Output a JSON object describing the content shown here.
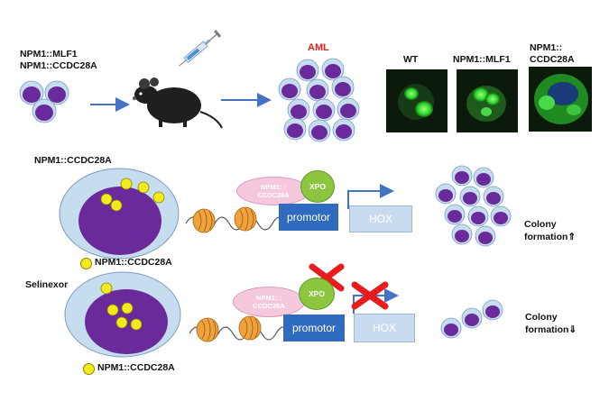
{
  "top": {
    "construct_line1": "NPM1::MLF1",
    "construct_line2": "NPM1::CCDC28A",
    "aml_label": "AML"
  },
  "panels": [
    {
      "label": "WT"
    },
    {
      "label": "NPM1::MLF1"
    },
    {
      "label_line1": "NPM1::",
      "label_line2": "CCDC28A"
    }
  ],
  "row1": {
    "title": "NPM1::CCDC28A",
    "legend": "NPM1::CCDC28A",
    "pink_line1": "NPM1: :",
    "pink_line2": "CCDC28A",
    "xpo": "XPO",
    "promotor": "promotor",
    "hox": "HOX",
    "outcome_line1": "Colony",
    "outcome_line2": "formation⇑"
  },
  "row2": {
    "title": "Selinexor",
    "legend": "NPM1::CCDC28A",
    "pink_line1": "NPM1: :",
    "pink_line2": "CCDC28A",
    "xpo": "XPO",
    "promotor": "promotor",
    "hox": "HOX",
    "outcome_line1": "Colony",
    "outcome_line2": "formation⇓"
  },
  "colors": {
    "cell_outer": "#c6dcef",
    "cell_nucleus": "#6a2a9c",
    "arrow_blue": "#4472c4",
    "inhibit_red": "#e81c1c",
    "nucleosome": "#f0a23c",
    "gfp_green": "#3ddc3d"
  }
}
